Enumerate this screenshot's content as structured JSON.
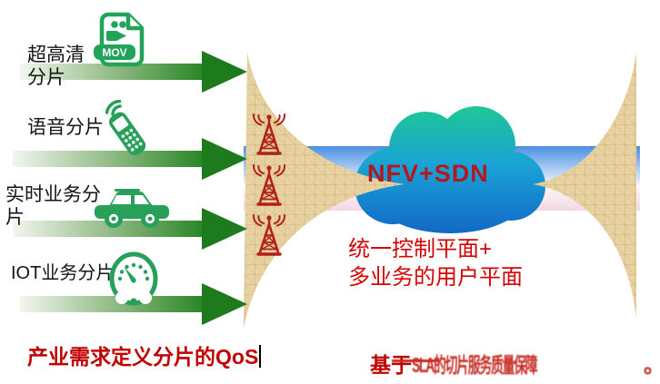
{
  "slices": [
    {
      "lines": [
        "超高清",
        "分片"
      ],
      "icon": "mov-video-file-icon",
      "badge": "MOV"
    },
    {
      "lines": [
        "语音分片",
        ""
      ],
      "icon": "mobile-phone-icon"
    },
    {
      "lines": [
        "实时业务分",
        "片"
      ],
      "icon": "car-icon"
    },
    {
      "lines": [
        "IOT业务分片",
        ""
      ],
      "icon": "speedometer-icon"
    }
  ],
  "cloud": {
    "label": "NFV+SDN"
  },
  "captions": {
    "control_plane_line1": "统一控制平面+",
    "control_plane_line2": "多业务的用户平面",
    "bottom_left": "产业需求定义分片的QoS",
    "bottom_right_prefix": "基于",
    "bottom_right_garbled": "SLA的切片服务质量保障",
    "bottom_right_period": "。"
  },
  "icon_names": [
    "mov-video-file-icon",
    "mobile-phone-icon",
    "car-icon",
    "speedometer-icon",
    "radio-tower-icon",
    "cloud-shape",
    "flow-arrow",
    "funnel-shape",
    "text-cursor"
  ],
  "colors": {
    "arrow_green_dark": "#1d7a1d",
    "arrow_green_light": "#f2f6ef",
    "icon_green": "#28a05a",
    "tower_red": "#b2201a",
    "nfv_text_red": "#b2191f",
    "caption_red": "#d40404",
    "bottom_text_red": "#c10000",
    "funnel_tan": "#e8d2a1",
    "band_blue": "#4a8fe2",
    "band_pink": "#f3d7e3",
    "cloud_teal": "#1ec795",
    "cloud_blue": "#1268c6"
  }
}
